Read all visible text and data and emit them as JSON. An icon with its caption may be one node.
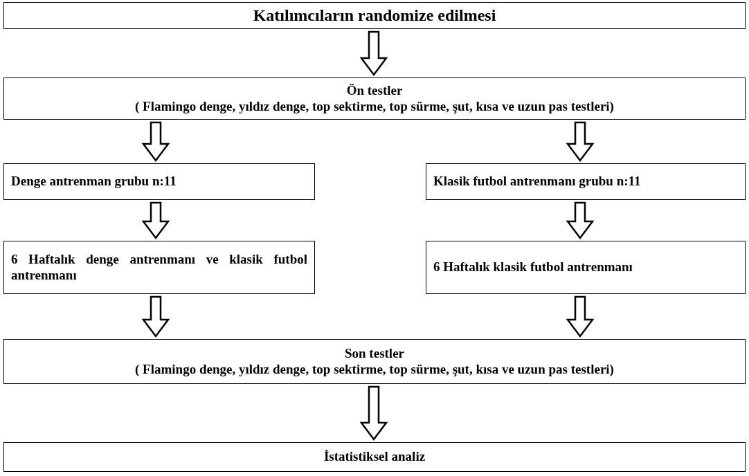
{
  "diagram": {
    "nodes": [
      {
        "text": [
          "Katılımcıların randomize edilmesi"
        ]
      },
      {
        "text": [
          "Ön testler",
          "( Flamingo denge, yıldız denge, top sektirme, top sürme, şut, kısa ve uzun pas testleri)"
        ]
      },
      {
        "text": [
          "Denge antrenman grubu n:11"
        ]
      },
      {
        "text": [
          "Klasik futbol antrenmanı grubu n:11"
        ]
      },
      {
        "text": [
          "6 Haftalık denge antrenmanı ve klasik futbol antrenmanı"
        ]
      },
      {
        "text": [
          "6 Haftalık klasik futbol antrenmanı"
        ]
      },
      {
        "text": [
          "Son testler",
          "( Flamingo denge, yıldız denge, top sektirme, top sürme, şut, kısa ve uzun pas testleri)"
        ]
      },
      {
        "text": [
          "İstatistiksel analiz"
        ]
      }
    ],
    "edges": [
      {
        "from": 0,
        "to": 1,
        "arrow": "to"
      },
      {
        "from": 1,
        "to": 2,
        "arrow": "to"
      },
      {
        "from": 1,
        "to": 3,
        "arrow": "to"
      },
      {
        "from": 2,
        "to": 4,
        "arrow": "to"
      },
      {
        "from": 3,
        "to": 5,
        "arrow": "to"
      },
      {
        "from": 4,
        "to": 6,
        "arrow": "to"
      },
      {
        "from": 5,
        "to": 6,
        "arrow": "to"
      },
      {
        "from": 6,
        "to": 7,
        "arrow": "to"
      }
    ]
  }
}
